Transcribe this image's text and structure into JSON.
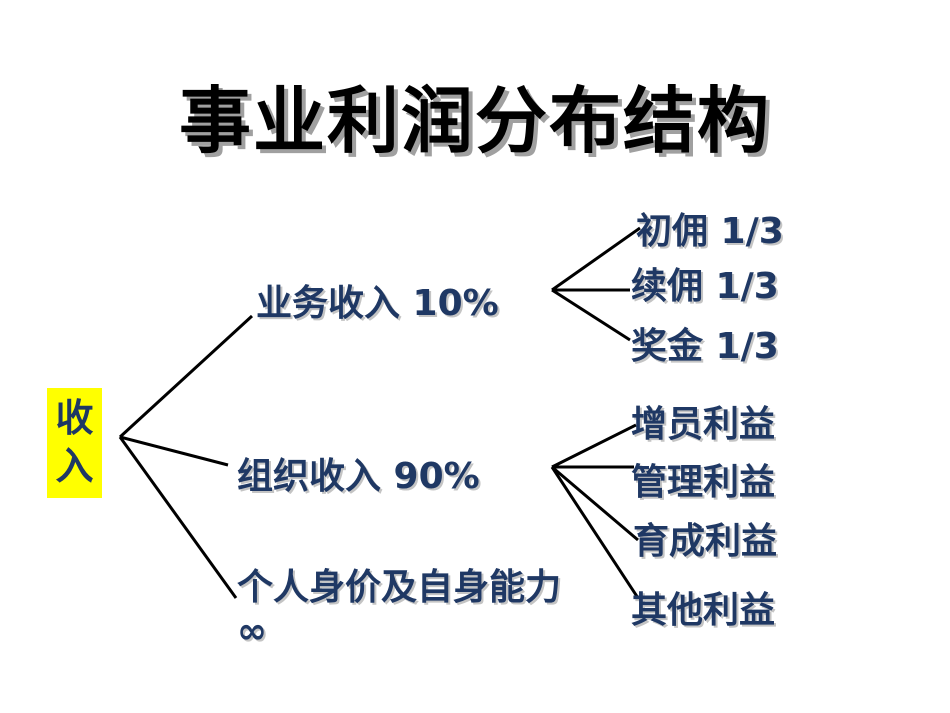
{
  "title": "事业利润分布结构",
  "root": {
    "line1": "收",
    "line2": "入"
  },
  "branches": [
    {
      "label": "业务收入 10%",
      "children": [
        "初佣 1/3",
        "续佣 1/3",
        "奖金 1/3"
      ]
    },
    {
      "label": "组织收入 90%",
      "children": [
        "增员利益",
        "管理利益",
        "育成利益",
        "其他利益"
      ]
    },
    {
      "label": "个人身价及自身能力 ∞"
    }
  ],
  "colors": {
    "text": "#1f3864",
    "root_bg": "#ffff00",
    "line": "#000000"
  }
}
